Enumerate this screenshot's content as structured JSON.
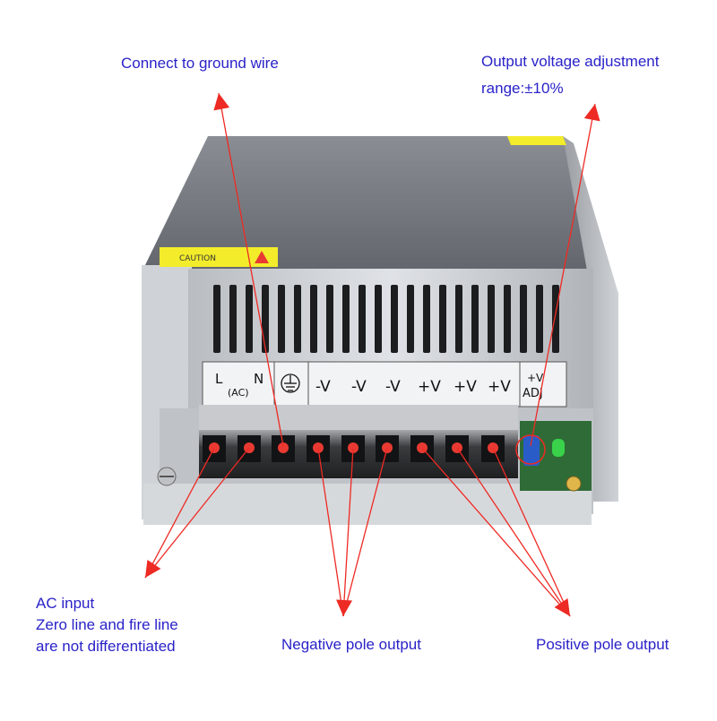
{
  "colors": {
    "label_text": "#2a22c8",
    "arrow": "#ee2a24",
    "housing_top": "#6e7278",
    "housing_face": "#c9cdd2",
    "terminal_block": "#2a2a2a",
    "terminal_screw": "#e83a32",
    "caution_label": "#f3ec2b",
    "pcb": "#2f6b36",
    "potentiometer": "#2a5cc8",
    "led": "#39d24a"
  },
  "callouts": {
    "ground": "Connect to ground wire",
    "adjust_line1": "Output voltage adjustment",
    "adjust_line2": "range:±10%",
    "ac_line1": "AC input",
    "ac_line2": "Zero line and fire line",
    "ac_line3": "are not differentiated",
    "negative": "Negative pole output",
    "positive": "Positive pole output"
  },
  "terminal_labels": {
    "l": "L",
    "ac": "(AC)",
    "n": "N",
    "neg1": "-V",
    "neg2": "-V",
    "neg3": "-V",
    "pos1": "+V",
    "pos2": "+V",
    "pos3": "+V",
    "adj_top": "+V",
    "adj_bottom": "ADJ"
  },
  "caution_text": "CAUTION",
  "icons": {
    "ground": "ground-symbol-icon",
    "warning": "warning-triangle-icon"
  }
}
